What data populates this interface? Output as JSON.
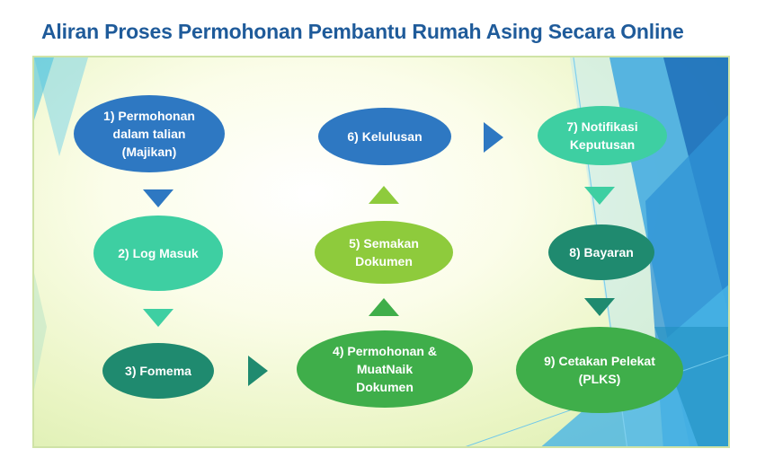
{
  "title": "Aliran Proses Permohonan Pembantu Rumah Asing Secara Online",
  "colors": {
    "title": "#1f5b9a",
    "blue": "#2e78c2",
    "teal_light": "#3ecfa2",
    "teal_dark": "#1f8a6f",
    "green_light": "#8ecb3c",
    "green_mid": "#3fae4a"
  },
  "nodes": [
    {
      "id": "1",
      "label": "1) Permohonan\ndalam talian\n(Majikan)"
    },
    {
      "id": "2",
      "label": "2) Log Masuk"
    },
    {
      "id": "3",
      "label": "3) Fomema"
    },
    {
      "id": "4",
      "label": "4) Permohonan &\nMuatNaik\nDokumen"
    },
    {
      "id": "5",
      "label": "5) Semakan\nDokumen"
    },
    {
      "id": "6",
      "label": "6) Kelulusan"
    },
    {
      "id": "7",
      "label": "7) Notifikasi\nKeputusan"
    },
    {
      "id": "8",
      "label": "8) Bayaran"
    },
    {
      "id": "9",
      "label": "9) Cetakan Pelekat\n(PLKS)"
    }
  ]
}
